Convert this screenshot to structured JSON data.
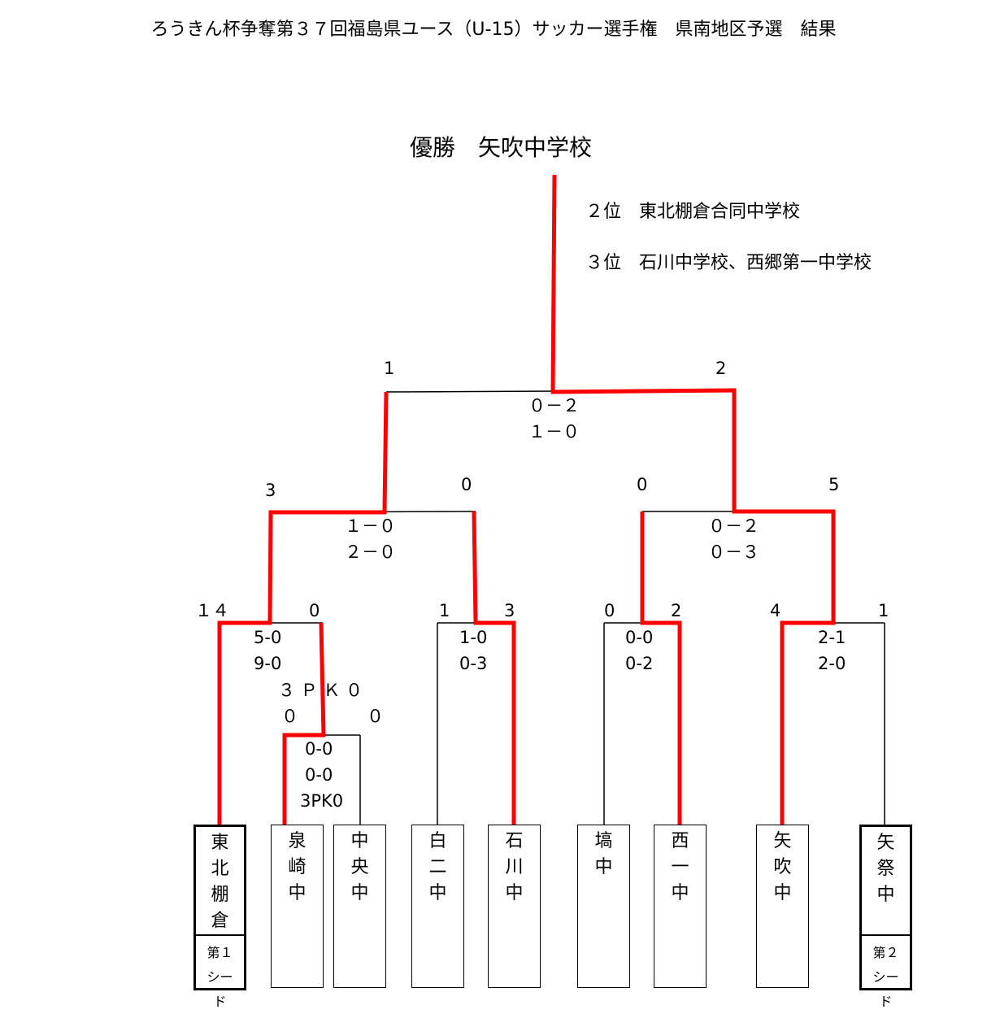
{
  "title": "ろうきん杯争奪第３７回福島県ユース（U-15）サッカー選手権　県南地区予選　結果",
  "champion": "優勝　矢吹中学校",
  "second": "２位　東北棚倉合同中学校",
  "third": "３位　石川中学校、西郷第一中学校",
  "scores": {
    "final_left": "1",
    "final_right": "2",
    "final_h1": "０－２",
    "final_h2": "１－０",
    "sf_a_left": "3",
    "sf_a_right": "0",
    "sf_a_h1": "１－０",
    "sf_a_h2": "２－０",
    "sf_b_left": "0",
    "sf_b_right": "5",
    "sf_b_h1": "０－２",
    "sf_b_h2": "０－３",
    "qf1_left": "１４",
    "qf1_right": "0",
    "qf1_h1": "5-0",
    "qf1_h2": "9-0",
    "qf1_pk1": "３ Ｐ Ｋ ０",
    "qf1_pk2": "０　　　　０",
    "qf2_left": "1",
    "qf2_right": "3",
    "qf2_h1": "1-0",
    "qf2_h2": "0-3",
    "qf3_left": "0",
    "qf3_right": "2",
    "qf3_h1": "0-0",
    "qf3_h2": "0-2",
    "qf4_left": "4",
    "qf4_right": "1",
    "qf4_h1": "2-1",
    "qf4_h2": "2-0",
    "r1_h1": "0-0",
    "r1_h2": "0-0",
    "r1_pk": "3PK0"
  },
  "teams": [
    {
      "name": "東北棚倉",
      "seed": "第１シード"
    },
    {
      "name": "泉崎中"
    },
    {
      "name": "中央中"
    },
    {
      "name": "白二中"
    },
    {
      "name": "石川中"
    },
    {
      "name": "塙中"
    },
    {
      "name": "西一中"
    },
    {
      "name": "矢吹中"
    },
    {
      "name": "矢祭中",
      "seed": "第２シード"
    }
  ],
  "colors": {
    "winner_line": "#ff0000",
    "line": "#000000"
  }
}
